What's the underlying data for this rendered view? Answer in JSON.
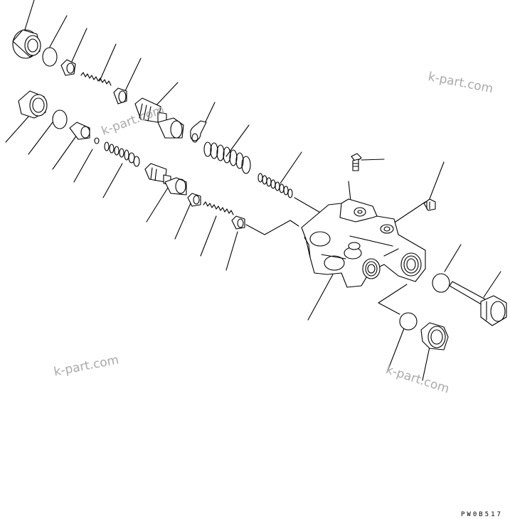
{
  "watermarks": {
    "w1": "k-part.com",
    "w2": "k-part.com",
    "w3": "k-part.com",
    "w4": "k-part.com"
  },
  "drawing_code": "PW0B517"
}
